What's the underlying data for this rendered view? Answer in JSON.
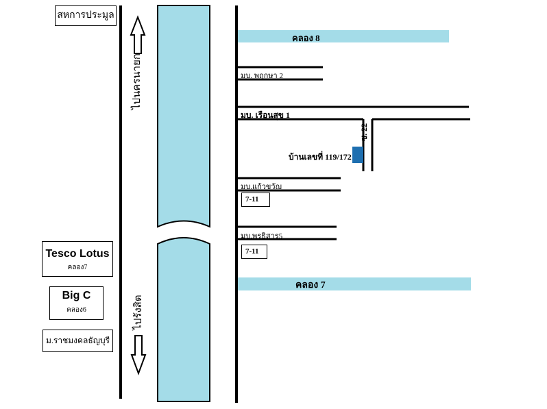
{
  "landmarks": {
    "sahakorn": "สหการประมูล",
    "tesco_title": "Tesco Lotus",
    "tesco_sub": "คลอง7",
    "bigc_title": "Big C",
    "bigc_sub": "คลอง6",
    "university": "ม.ราชมงคลธัญบุรี"
  },
  "directions": {
    "north": "ไปนครนายก",
    "south": "ไปรังสิต"
  },
  "canals": {
    "khlong8": "คลอง 8",
    "khlong7": "คลอง 7"
  },
  "villages": {
    "pruksa2": "มบ. พฤกษา 2",
    "ruensuk1": "มบ. เรือนสุข 1",
    "kaewkwan": "มบ.แก้วขวัญ",
    "pornsiri5": "มบ.พรธิสาร5"
  },
  "soi": "ซ. 22",
  "house": "บ้านเลขที่ 119/172",
  "stores": {
    "seven_a": "7-11",
    "seven_b": "7-11"
  },
  "colors": {
    "water": "#a4dce8",
    "house_marker": "#1e6fb0",
    "road": "#000000"
  }
}
